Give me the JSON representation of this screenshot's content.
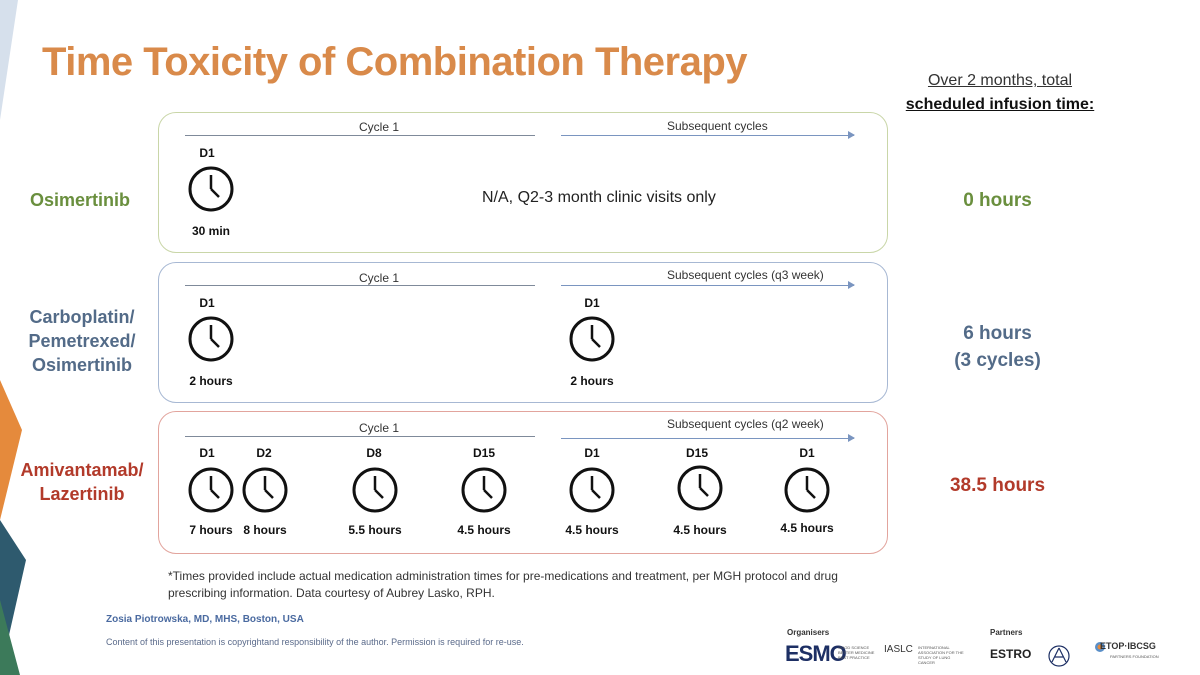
{
  "slide": {
    "title": "Time Toxicity of Combination Therapy",
    "total_header_line1": "Over 2 months, total",
    "total_header_line2": "scheduled infusion time:"
  },
  "rows": [
    {
      "label": "Osimertinib",
      "cycle1_label": "Cycle 1",
      "subsequent_label": "Subsequent cycles",
      "note": "N/A, Q2-3 month clinic visits only",
      "clocks": [
        {
          "day": "D1",
          "duration": "30 min"
        }
      ],
      "total": "0 hours",
      "color": "#6a8f3e"
    },
    {
      "label_lines": [
        "Carboplatin/",
        "Pemetrexed/",
        "Osimertinib"
      ],
      "cycle1_label": "Cycle 1",
      "subsequent_label": "Subsequent cycles (q3 week)",
      "clocks": [
        {
          "day": "D1",
          "duration": "2 hours"
        },
        {
          "day": "D1",
          "duration": "2 hours"
        }
      ],
      "total_lines": [
        "6 hours",
        "(3 cycles)"
      ],
      "color": "#536b88"
    },
    {
      "label_lines": [
        "Amivantamab/",
        "Lazertinib"
      ],
      "cycle1_label": "Cycle 1",
      "subsequent_label": "Subsequent cycles (q2 week)",
      "clocks": [
        {
          "day": "D1",
          "duration": "7 hours"
        },
        {
          "day": "D2",
          "duration": "8 hours"
        },
        {
          "day": "D8",
          "duration": "5.5 hours"
        },
        {
          "day": "D15",
          "duration": "4.5 hours"
        },
        {
          "day": "D1",
          "duration": "4.5 hours"
        },
        {
          "day": "D15",
          "duration": "4.5 hours"
        },
        {
          "day": "D1",
          "duration": "4.5 hours"
        }
      ],
      "total": "38.5 hours",
      "color": "#b23a2a"
    }
  ],
  "footnote": "*Times provided include actual medication administration times for pre-medications and treatment, per MGH protocol and drug prescribing information. Data courtesy of Aubrey Lasko, RPH.",
  "author": "Zosia Piotrowska, MD, MHS, Boston, USA",
  "copyright": "Content of this presentation is copyrightand responsibility of the author. Permission is required for re-use.",
  "logos": {
    "organisers_label": "Organisers",
    "partners_label": "Partners",
    "esmo": "ESMO",
    "esmo_sub": "GOOD SCIENCE BETTER MEDICINE BEST PRACTICE",
    "iaslc": "IASLC",
    "iaslc_sub": "INTERNATIONAL ASSOCIATION FOR THE STUDY OF LUNG CANCER",
    "estro": "ESTRO",
    "etop": "ETOP·IBCSG",
    "etop_sub": "PARTNERS FOUNDATION"
  }
}
